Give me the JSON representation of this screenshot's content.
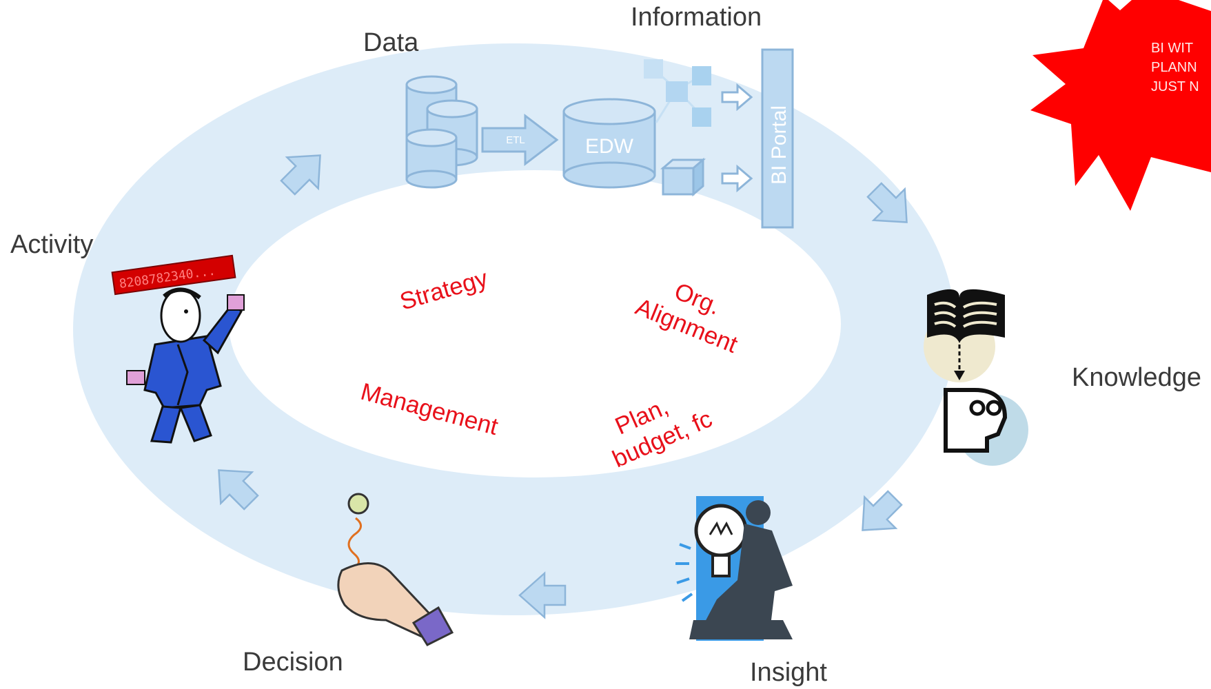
{
  "stages": {
    "data": "Data",
    "information": "Information",
    "knowledge": "Knowledge",
    "insight": "Insight",
    "decision": "Decision",
    "activity": "Activity"
  },
  "components": {
    "etl": "ETL",
    "edw": "EDW",
    "bi_portal": "BI Portal",
    "ticker": "8208782340..."
  },
  "center": {
    "strategy": "Strategy",
    "org_line1": "Org.",
    "org_line2": "Alignment",
    "management": "Management",
    "plan_line1": "Plan,",
    "plan_line2": "budget, fc"
  },
  "callout": {
    "line1": "BI WIT",
    "line2": "PLANN",
    "line3": "JUST N"
  },
  "colors": {
    "ring": "#ddecf8",
    "arrow_fill": "#bcd9f1",
    "arrow_stroke": "#8db5d9",
    "center_text": "#e8101a",
    "burst": "#ff0000"
  }
}
